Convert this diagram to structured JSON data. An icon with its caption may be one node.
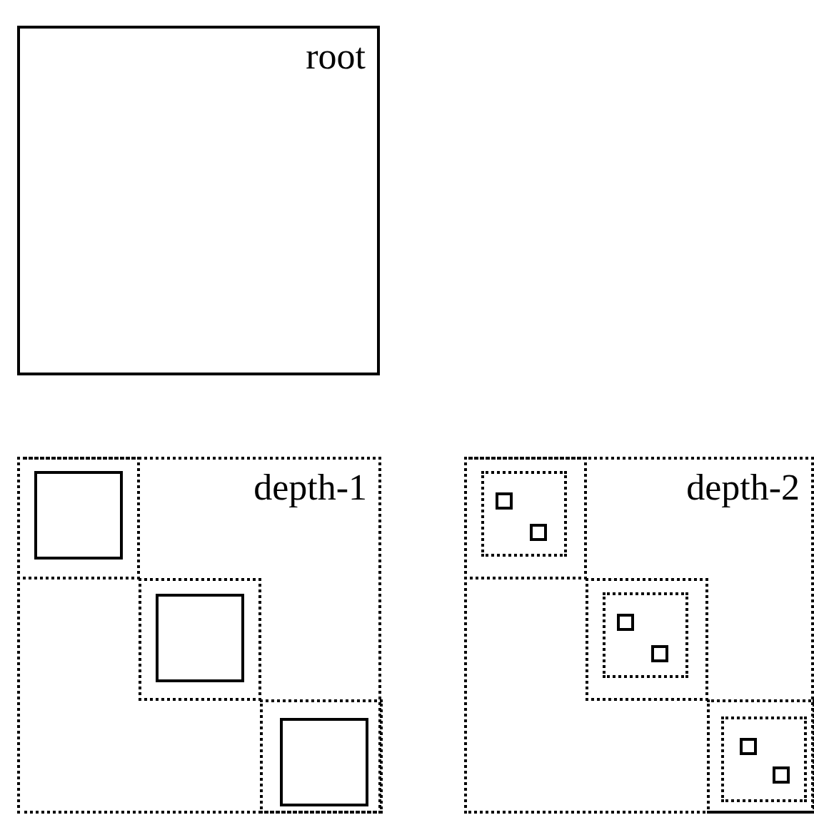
{
  "diagram": {
    "nodes": [
      {
        "text": [
          "root"
        ]
      },
      {
        "text": [
          "depth-1"
        ]
      },
      {
        "text": [],
        "shape": "box",
        "in": 1
      },
      {
        "text": [],
        "shape": "box",
        "in": 2
      },
      {
        "text": [],
        "shape": "box",
        "in": 1
      },
      {
        "text": [],
        "shape": "box",
        "in": 4
      },
      {
        "text": [],
        "shape": "box",
        "in": 1
      },
      {
        "text": [],
        "shape": "box",
        "in": 6
      },
      {
        "text": [
          "depth-2"
        ]
      },
      {
        "text": [],
        "shape": "box",
        "in": 8
      },
      {
        "text": [],
        "shape": "box",
        "in": 9
      },
      {
        "text": [],
        "shape": "box",
        "in": 10
      },
      {
        "text": [],
        "shape": "box",
        "in": 10
      },
      {
        "text": [],
        "shape": "box",
        "in": 8
      },
      {
        "text": [],
        "shape": "box",
        "in": 13
      },
      {
        "text": [],
        "shape": "box",
        "in": 14
      },
      {
        "text": [],
        "shape": "box",
        "in": 14
      },
      {
        "text": [],
        "shape": "box",
        "in": 8
      },
      {
        "text": [],
        "shape": "box",
        "in": 17
      },
      {
        "text": [],
        "shape": "box",
        "in": 18
      },
      {
        "text": [],
        "shape": "box",
        "in": 18
      }
    ]
  }
}
